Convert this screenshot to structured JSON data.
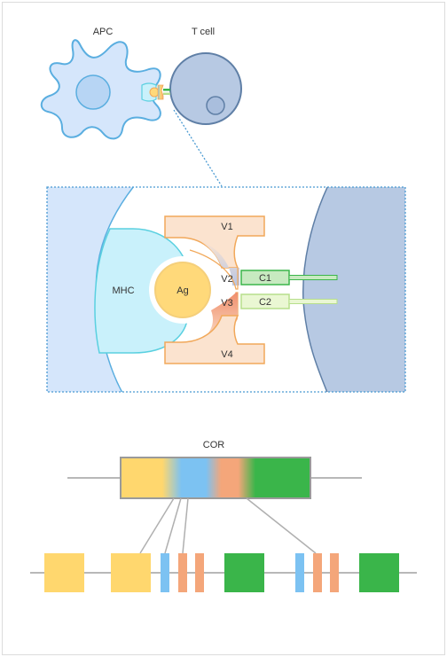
{
  "top": {
    "apc_label": "APC",
    "tcell_label": "T cell"
  },
  "zoom": {
    "mhc_label": "MHC",
    "ag_label": "Ag",
    "v1_label": "V1",
    "v2_label": "V2",
    "v3_label": "V3",
    "v4_label": "V4",
    "c1_label": "C1",
    "c2_label": "C2"
  },
  "gene": {
    "label": "COR"
  },
  "colors": {
    "apc_fill": "#d5e6fb",
    "apc_stroke": "#5aaee0",
    "tcell_fill": "#b7c9e3",
    "tcell_stroke": "#5f7fa6",
    "mhc_fill": "#c9f1fb",
    "mhc_stroke": "#5ad0e0",
    "antigen_fill": "#ffd97a",
    "receptor_fill": "#fbe3cf",
    "receptor_stroke": "#f1a85a",
    "c1_fill": "#c7eac0",
    "c1_stroke": "#3ab54a",
    "c2_fill": "#eaf7d3",
    "c2_stroke": "#b7df8c",
    "gene_yellow": "#ffd76e",
    "gene_blue": "#7cc2f2",
    "gene_orange": "#f4a67a",
    "gene_green": "#3ab54a",
    "dotted_line": "#4a9ad2"
  }
}
